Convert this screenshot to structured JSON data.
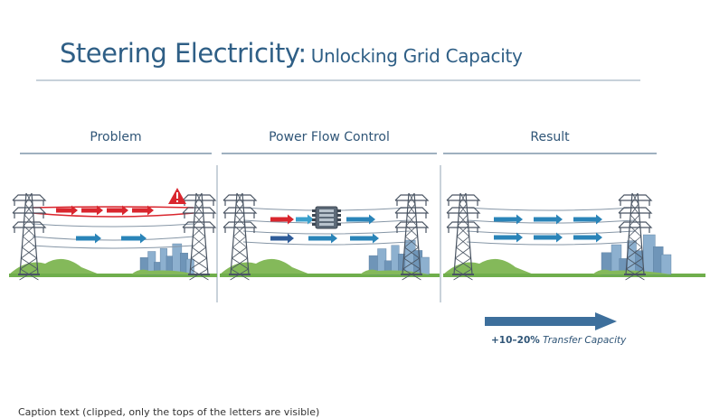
{
  "title": {
    "main": "Steering Electricity:",
    "sub": "Unlocking Grid Capacity"
  },
  "panels": [
    {
      "heading": "Problem",
      "state": "overloaded-line",
      "icon": "warning-icon"
    },
    {
      "heading": "Power Flow Control",
      "state": "flow-redirected",
      "icon": "power-flow-controller-icon"
    },
    {
      "heading": "Result",
      "state": "balanced-flow",
      "icon": "none"
    }
  ],
  "result_gain": {
    "value": "+10–20%",
    "label": "Transfer Capacity"
  },
  "colors": {
    "title": "#2f5f86",
    "overload": "#d9262e",
    "flow": "#2a84b8",
    "flow_dark": "#2f5c99",
    "ground": "#6fae4c",
    "city": "#7fa3c4",
    "tower": "#4a5563",
    "gain_arrow": "#3d6f9c"
  },
  "caption": "Caption text (clipped, only the tops of the letters are visible)"
}
